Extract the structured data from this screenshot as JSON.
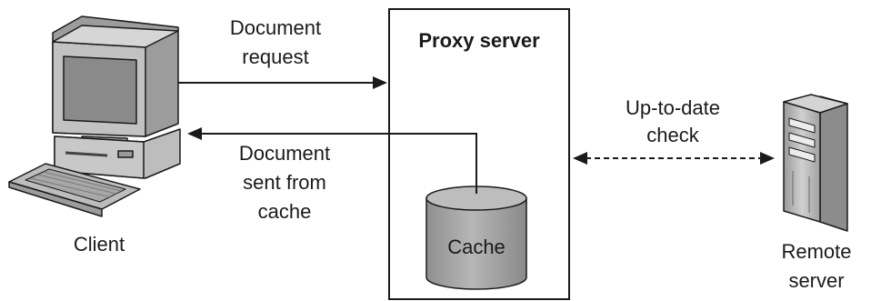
{
  "labels": {
    "request_line1": "Document",
    "request_line2": "request",
    "proxy_title": "Proxy server",
    "uptodate_line1": "Up-to-date",
    "uptodate_line2": "check",
    "sent_line1": "Document",
    "sent_line2": "sent from",
    "sent_line3": "cache",
    "client": "Client",
    "cache": "Cache",
    "remote_line1": "Remote",
    "remote_line2": "server"
  },
  "icons": {
    "client": "desktop-computer-icon",
    "cache": "database-cylinder-icon",
    "remote": "server-tower-icon"
  },
  "colors": {
    "line": "#1a1a1a",
    "device_fill": "#b8b8b8",
    "screen_fill": "#8e8e8e",
    "cache_fill": "#a8a8a8",
    "server_fill": "#c4c4c4"
  }
}
